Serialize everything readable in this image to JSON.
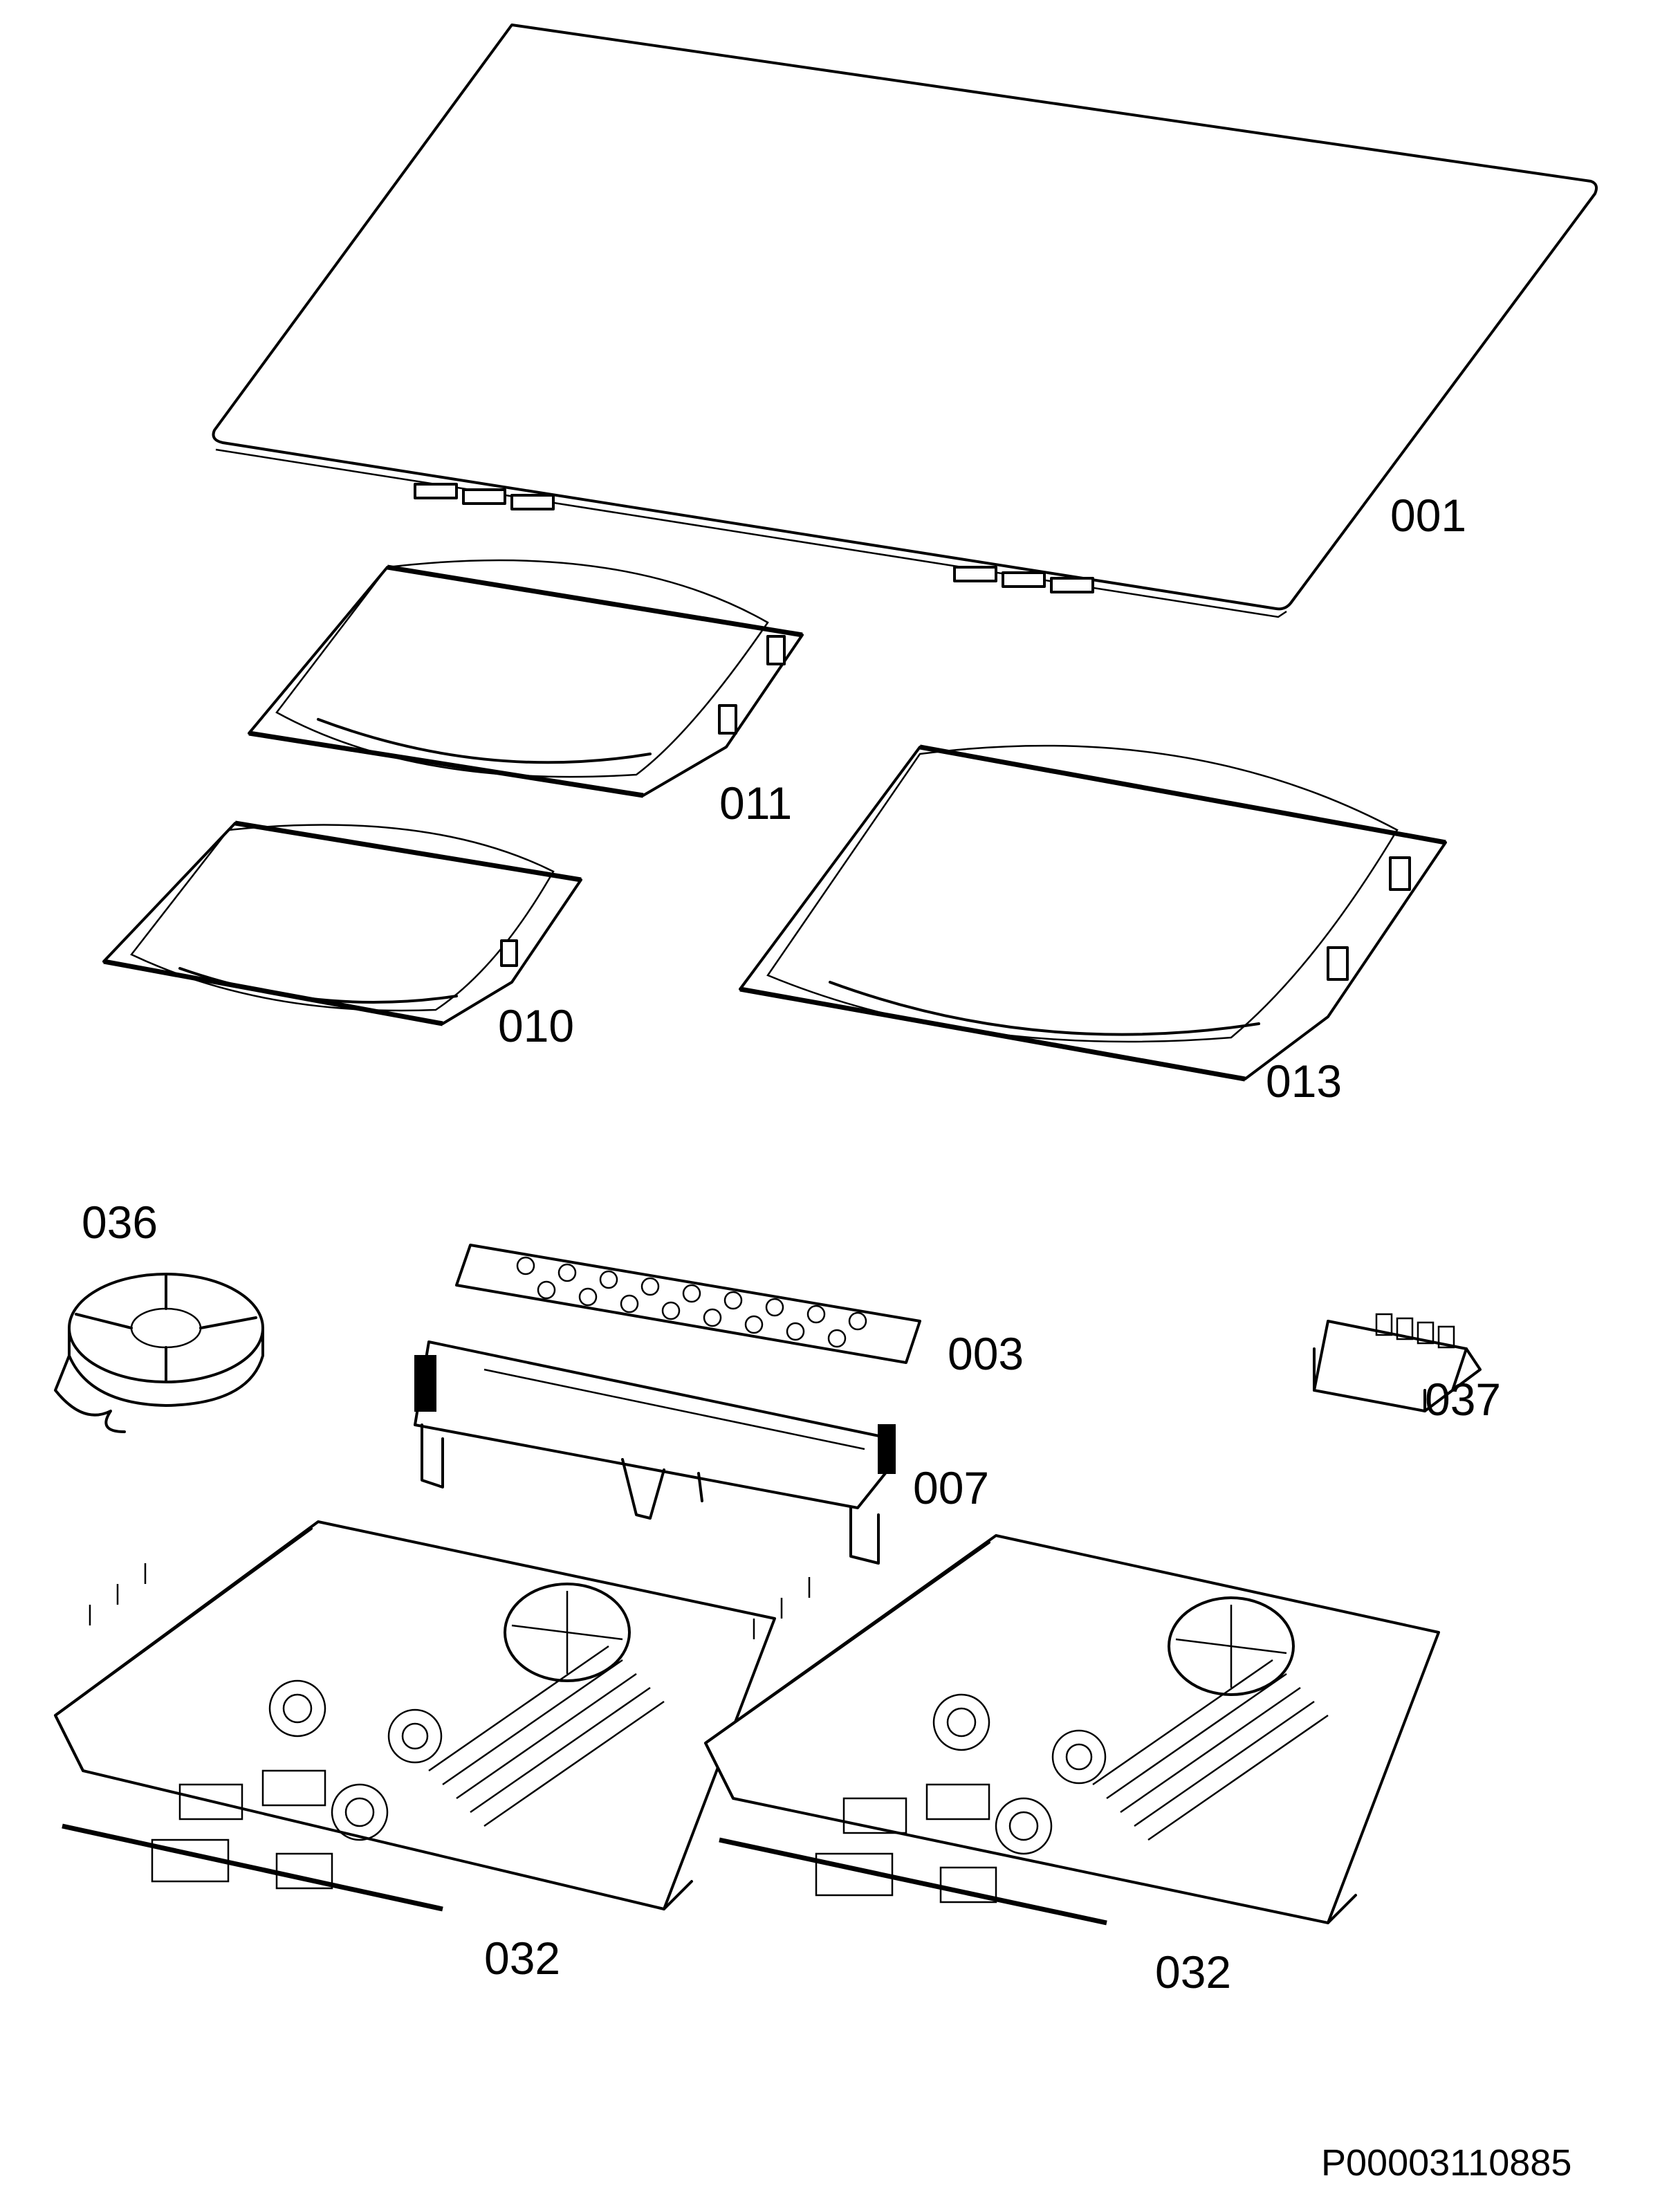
{
  "document_id": "P00003110885",
  "parts": [
    {
      "number": "001",
      "icon": "glass-ceramic-top"
    },
    {
      "number": "011",
      "icon": "induction-coil"
    },
    {
      "number": "010",
      "icon": "induction-coil"
    },
    {
      "number": "013",
      "icon": "induction-coil"
    },
    {
      "number": "036",
      "icon": "cooling-fan"
    },
    {
      "number": "003",
      "icon": "control-board"
    },
    {
      "number": "007",
      "icon": "board-bracket"
    },
    {
      "number": "037",
      "icon": "terminal-block"
    },
    {
      "number": "032",
      "icon": "power-module"
    },
    {
      "number": "032",
      "icon": "power-module"
    }
  ]
}
